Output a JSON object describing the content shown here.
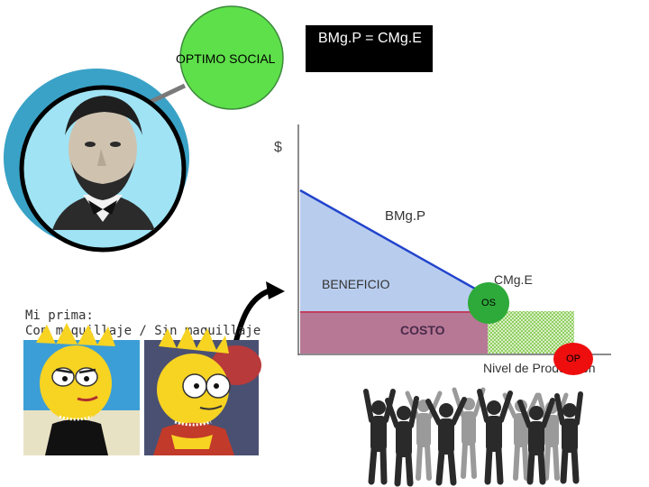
{
  "bubble": {
    "label": "OPTIMO SOCIAL",
    "color": "#5ee04a"
  },
  "formula": {
    "text": "BMg.P = CMg.E"
  },
  "chart": {
    "y_label": "$",
    "x_label": "Nivel de Producción",
    "line_label": "BMg.P",
    "mc_label": "CMg.E",
    "benefit_label": "BENEFICIO",
    "cost_label": "COSTO",
    "colors": {
      "benefit": "#b8cdee",
      "cost": "#b77896",
      "line": "#2244cc",
      "cost_edge": "#c0405e",
      "excess": "#8fcf62"
    }
  },
  "markers": {
    "os": {
      "label": "OS",
      "color": "#2eaa3a"
    },
    "op": {
      "label": "OP",
      "color": "#ee0e0e"
    }
  },
  "meme": {
    "caption": "Mi prima:\nCon maquillaje / Sin maquillaje"
  }
}
